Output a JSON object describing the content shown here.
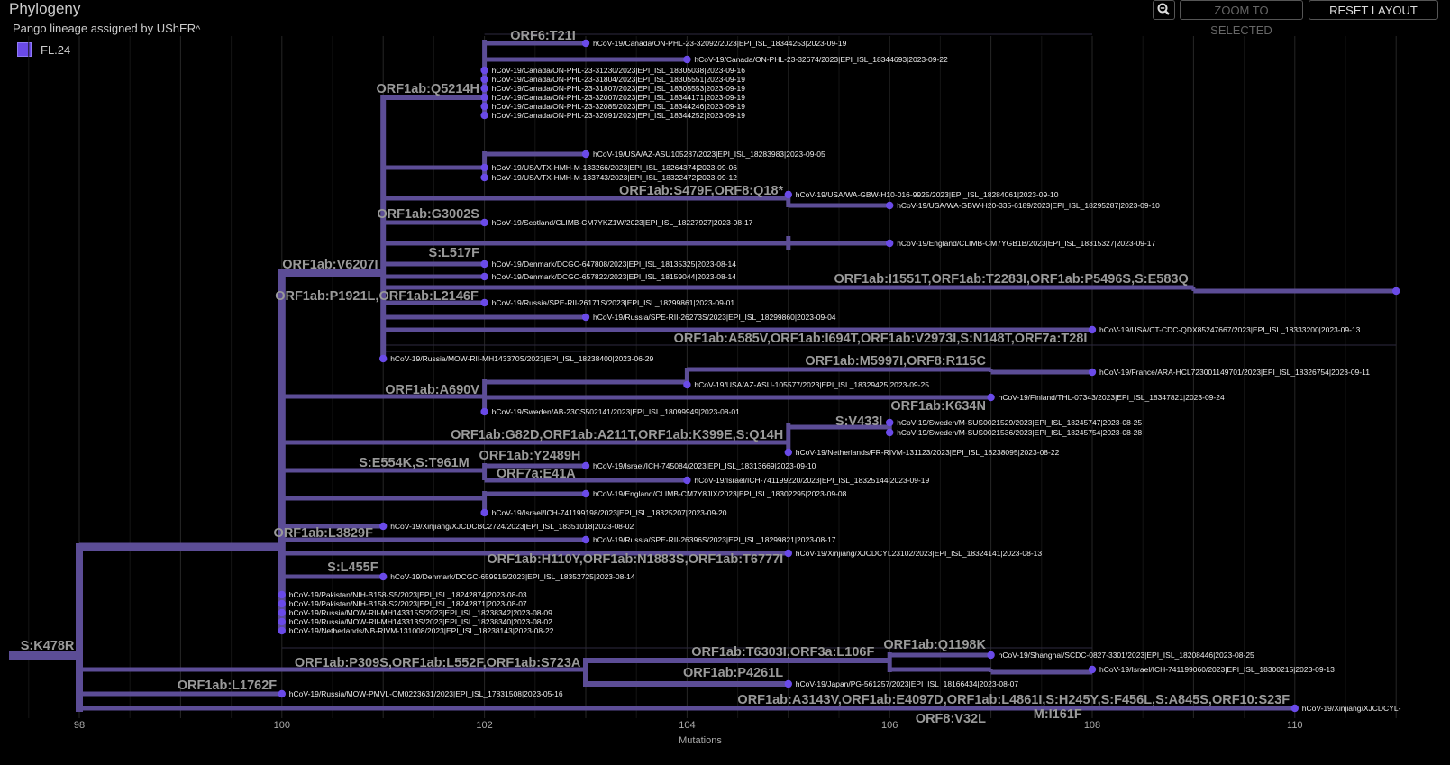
{
  "header": {
    "title": "Phylogeny",
    "legend_title": "Pango lineage assigned by UShER",
    "legend_toggle_icon": "chevron-up-icon",
    "legend_items": [
      {
        "label": "FL.24",
        "color": "#6a4ae8"
      }
    ]
  },
  "toolbar": {
    "zoom_out_icon": "magnifier-minus-icon",
    "zoom_to_selected": "ZOOM TO SELECTED",
    "reset_layout": "RESET LAYOUT"
  },
  "colors": {
    "branch": "#5c4d96",
    "tip": "#6a4ae8",
    "label": "#9a9a9a"
  },
  "axis": {
    "title": "Mutations",
    "ticks": [
      98,
      100,
      102,
      104,
      106,
      108,
      110
    ],
    "range": [
      97.3,
      111.1
    ]
  },
  "tips": [
    {
      "label": "hCoV-19/Canada/ON-PHL-23-32092/2023|EPI_ISL_18344253|2023-09-19",
      "divergence": 103
    },
    {
      "label": "hCoV-19/Canada/ON-PHL-23-32674/2023|EPI_ISL_18344693|2023-09-22",
      "divergence": 104
    },
    {
      "label": "hCoV-19/Canada/ON-PHL-23-31230/2023|EPI_ISL_18305038|2023-09-16",
      "divergence": 102
    },
    {
      "label": "hCoV-19/Canada/ON-PHL-23-31804/2023|EPI_ISL_18305551|2023-09-19",
      "divergence": 102
    },
    {
      "label": "hCoV-19/Canada/ON-PHL-23-31807/2023|EPI_ISL_18305553|2023-09-19",
      "divergence": 102
    },
    {
      "label": "hCoV-19/Canada/ON-PHL-23-32007/2023|EPI_ISL_18344171|2023-09-19",
      "divergence": 102
    },
    {
      "label": "hCoV-19/Canada/ON-PHL-23-32085/2023|EPI_ISL_18344246|2023-09-19",
      "divergence": 102
    },
    {
      "label": "hCoV-19/Canada/ON-PHL-23-32091/2023|EPI_ISL_18344252|2023-09-19",
      "divergence": 102
    },
    {
      "label": "hCoV-19/USA/AZ-ASU105287/2023|EPI_ISL_18283983|2023-09-05",
      "divergence": 103
    },
    {
      "label": "hCoV-19/USA/TX-HMH-M-133266/2023|EPI_ISL_18264374|2023-09-06",
      "divergence": 102
    },
    {
      "label": "hCoV-19/USA/TX-HMH-M-133743/2023|EPI_ISL_18322472|2023-09-12",
      "divergence": 102
    },
    {
      "label": "hCoV-19/USA/WA-GBW-H10-016-9925/2023|EPI_ISL_18284061|2023-09-10",
      "divergence": 105
    },
    {
      "label": "hCoV-19/USA/WA-GBW-H20-335-6189/2023|EPI_ISL_18295287|2023-09-10",
      "divergence": 106
    },
    {
      "label": "hCoV-19/Scotland/CLIMB-CM7YKZ1W/2023|EPI_ISL_18227927|2023-08-17",
      "divergence": 102
    },
    {
      "label": "hCoV-19/England/CLIMB-CM7YGB1B/2023|EPI_ISL_18315327|2023-09-17",
      "divergence": 106
    },
    {
      "label": "hCoV-19/Denmark/DCGC-647808/2023|EPI_ISL_18135325|2023-08-14",
      "divergence": 102
    },
    {
      "label": "hCoV-19/Denmark/DCGC-657822/2023|EPI_ISL_18159044|2023-08-14",
      "divergence": 102
    },
    {
      "label": "",
      "divergence": 111
    },
    {
      "label": "hCoV-19/Russia/SPE-RII-26171S/2023|EPI_ISL_18299861|2023-09-01",
      "divergence": 102
    },
    {
      "label": "hCoV-19/Russia/SPE-RII-26273S/2023|EPI_ISL_18299860|2023-09-04",
      "divergence": 103
    },
    {
      "label": "hCoV-19/USA/CT-CDC-QDX85247667/2023|EPI_ISL_18333200|2023-09-13",
      "divergence": 108
    },
    {
      "label": "hCoV-19/Russia/MOW-RII-MH143370S/2023|EPI_ISL_18238400|2023-06-29",
      "divergence": 101
    },
    {
      "label": "hCoV-19/France/ARA-HCL723001149701/2023|EPI_ISL_18326754|2023-09-11",
      "divergence": 108
    },
    {
      "label": "hCoV-19/USA/AZ-ASU-105577/2023|EPI_ISL_18329425|2023-09-25",
      "divergence": 104
    },
    {
      "label": "hCoV-19/Finland/THL-07343/2023|EPI_ISL_18347821|2023-09-24",
      "divergence": 107
    },
    {
      "label": "hCoV-19/Sweden/AB-23CS502141/2023|EPI_ISL_18099949|2023-08-01",
      "divergence": 102
    },
    {
      "label": "hCoV-19/Sweden/M-SUS0021529/2023|EPI_ISL_18245747|2023-08-25",
      "divergence": 106
    },
    {
      "label": "hCoV-19/Sweden/M-SUS0021536/2023|EPI_ISL_18245754|2023-08-28",
      "divergence": 106
    },
    {
      "label": "hCoV-19/Netherlands/FR-RIVM-131123/2023|EPI_ISL_18238095|2023-08-22",
      "divergence": 105
    },
    {
      "label": "hCoV-19/Israel/ICH-745084/2023|EPI_ISL_18313669|2023-09-10",
      "divergence": 103
    },
    {
      "label": "hCoV-19/Israel/ICH-741199220/2023|EPI_ISL_18325144|2023-09-19",
      "divergence": 104
    },
    {
      "label": "hCoV-19/England/CLIMB-CM7Y8JIX/2023|EPI_ISL_18302295|2023-09-08",
      "divergence": 103
    },
    {
      "label": "hCoV-19/Israel/ICH-741199198/2023|EPI_ISL_18325207|2023-09-20",
      "divergence": 102
    },
    {
      "label": "hCoV-19/Xinjiang/XJCDCBC2724/2023|EPI_ISL_18351018|2023-08-02",
      "divergence": 101
    },
    {
      "label": "hCoV-19/Russia/SPE-RII-26396S/2023|EPI_ISL_18299821|2023-08-17",
      "divergence": 103
    },
    {
      "label": "hCoV-19/Xinjiang/XJCDCYL23102/2023|EPI_ISL_18324141|2023-08-13",
      "divergence": 105
    },
    {
      "label": "hCoV-19/Denmark/DCGC-659915/2023|EPI_ISL_18352725|2023-08-14",
      "divergence": 101
    },
    {
      "label": "hCoV-19/Pakistan/NIH-B158-S5/2023|EPI_ISL_18242874|2023-08-03",
      "divergence": 100
    },
    {
      "label": "hCoV-19/Pakistan/NIH-B158-S2/2023|EPI_ISL_18242871|2023-08-07",
      "divergence": 100
    },
    {
      "label": "hCoV-19/Russia/MOW-RII-MH143315S/2023|EPI_ISL_18238342|2023-08-09",
      "divergence": 100
    },
    {
      "label": "hCoV-19/Russia/MOW-RII-MH143313S/2023|EPI_ISL_18238340|2023-08-02",
      "divergence": 100
    },
    {
      "label": "hCoV-19/Netherlands/NB-RIVM-131008/2023|EPI_ISL_18238143|2023-08-22",
      "divergence": 100
    },
    {
      "label": "hCoV-19/Shanghai/SCDC-0827-3301/2023|EPI_ISL_18208446|2023-08-25",
      "divergence": 107
    },
    {
      "label": "hCoV-19/Israel/ICH-741199060/2023|EPI_ISL_18300215|2023-09-13",
      "divergence": 108
    },
    {
      "label": "hCoV-19/Japan/PG-561257/2023|EPI_ISL_18166434|2023-08-07",
      "divergence": 105
    },
    {
      "label": "hCoV-19/Russia/MOW-PMVL-OM0223631/2023|EPI_ISL_17831508|2023-05-16",
      "divergence": 100
    },
    {
      "label": "hCoV-19/Xinjiang/XJCDCYL-",
      "divergence": 110
    }
  ],
  "branch_labels": [
    "S:K478R",
    "ORF1ab:V6207I",
    "ORF1ab:Q5214H",
    "ORF6:T21I",
    "ORF1ab:S479F,ORF8:Q18*",
    "ORF1ab:G3002S",
    "S:L517F",
    "ORF1ab:I1551T,ORF1ab:T2283I,ORF1ab:P5496S,S:E583Q",
    "ORF1ab:P1921L,ORF1ab:L2146F",
    "ORF1ab:A585V,ORF1ab:I694T,ORF1ab:V2973I,S:N148T,ORF7a:T28I",
    "ORF1ab:M5997I,ORF8:R115C",
    "ORF1ab:A690V",
    "ORF1ab:K634N",
    "S:V433I",
    "ORF1ab:G82D,ORF1ab:A211T,ORF1ab:K399E,S:Q14H",
    "ORF1ab:Y2489H",
    "S:E554K,S:T961M",
    "ORF7a:E41A",
    "ORF1ab:L3829F",
    "ORF1ab:H110Y,ORF1ab:N1883S,ORF1ab:T6777I",
    "S:L455F",
    "ORF1ab:P309S,ORF1ab:L552F,ORF1ab:S723A",
    "ORF1ab:L1762F",
    "ORF1ab:T6303I,ORF3a:L106F",
    "ORF1ab:Q1198K",
    "ORF1ab:P4261L",
    "ORF1ab:A3143V,ORF1ab:E4097D,ORF1ab:L4861I,S:H245Y,S:F456L,S:A845S,ORF10:S23F",
    "M:I161F",
    "ORF8:V32L"
  ]
}
